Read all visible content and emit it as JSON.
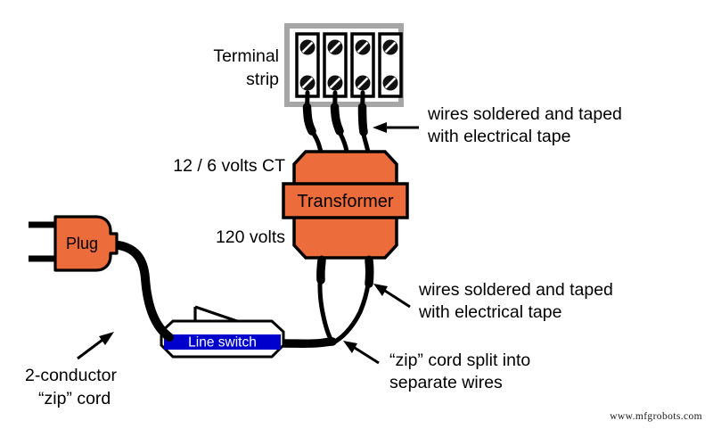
{
  "diagram": {
    "title": "Transformer wiring diagram",
    "colors": {
      "orange": "#ec6c3c",
      "blue": "#0000cc",
      "gray_frame": "#a6a6a6",
      "wire": "#000000",
      "background": "#ffffff",
      "white": "#ffffff"
    },
    "labels": {
      "terminal_strip_line1": "Terminal",
      "terminal_strip_line2": "strip",
      "secondary_voltage": "12 / 6 volts CT",
      "primary_voltage": "120 volts",
      "transformer": "Transformer",
      "plug": "Plug",
      "line_switch": "Line switch",
      "note_top_line1": "wires soldered and taped",
      "note_top_line2": "with electrical tape",
      "note_bottom_line1": "wires soldered and taped",
      "note_bottom_line2": "with electrical tape",
      "note_zip_split_line1": "“zip” cord split into",
      "note_zip_split_line2": "separate wires",
      "note_cord_line1": "2-conductor",
      "note_cord_line2": "“zip” cord"
    },
    "terminal_strip": {
      "block_count": 4,
      "screws_per_block": 2,
      "wired_blocks": 3
    },
    "watermark": "www.mfgrobots.com"
  }
}
